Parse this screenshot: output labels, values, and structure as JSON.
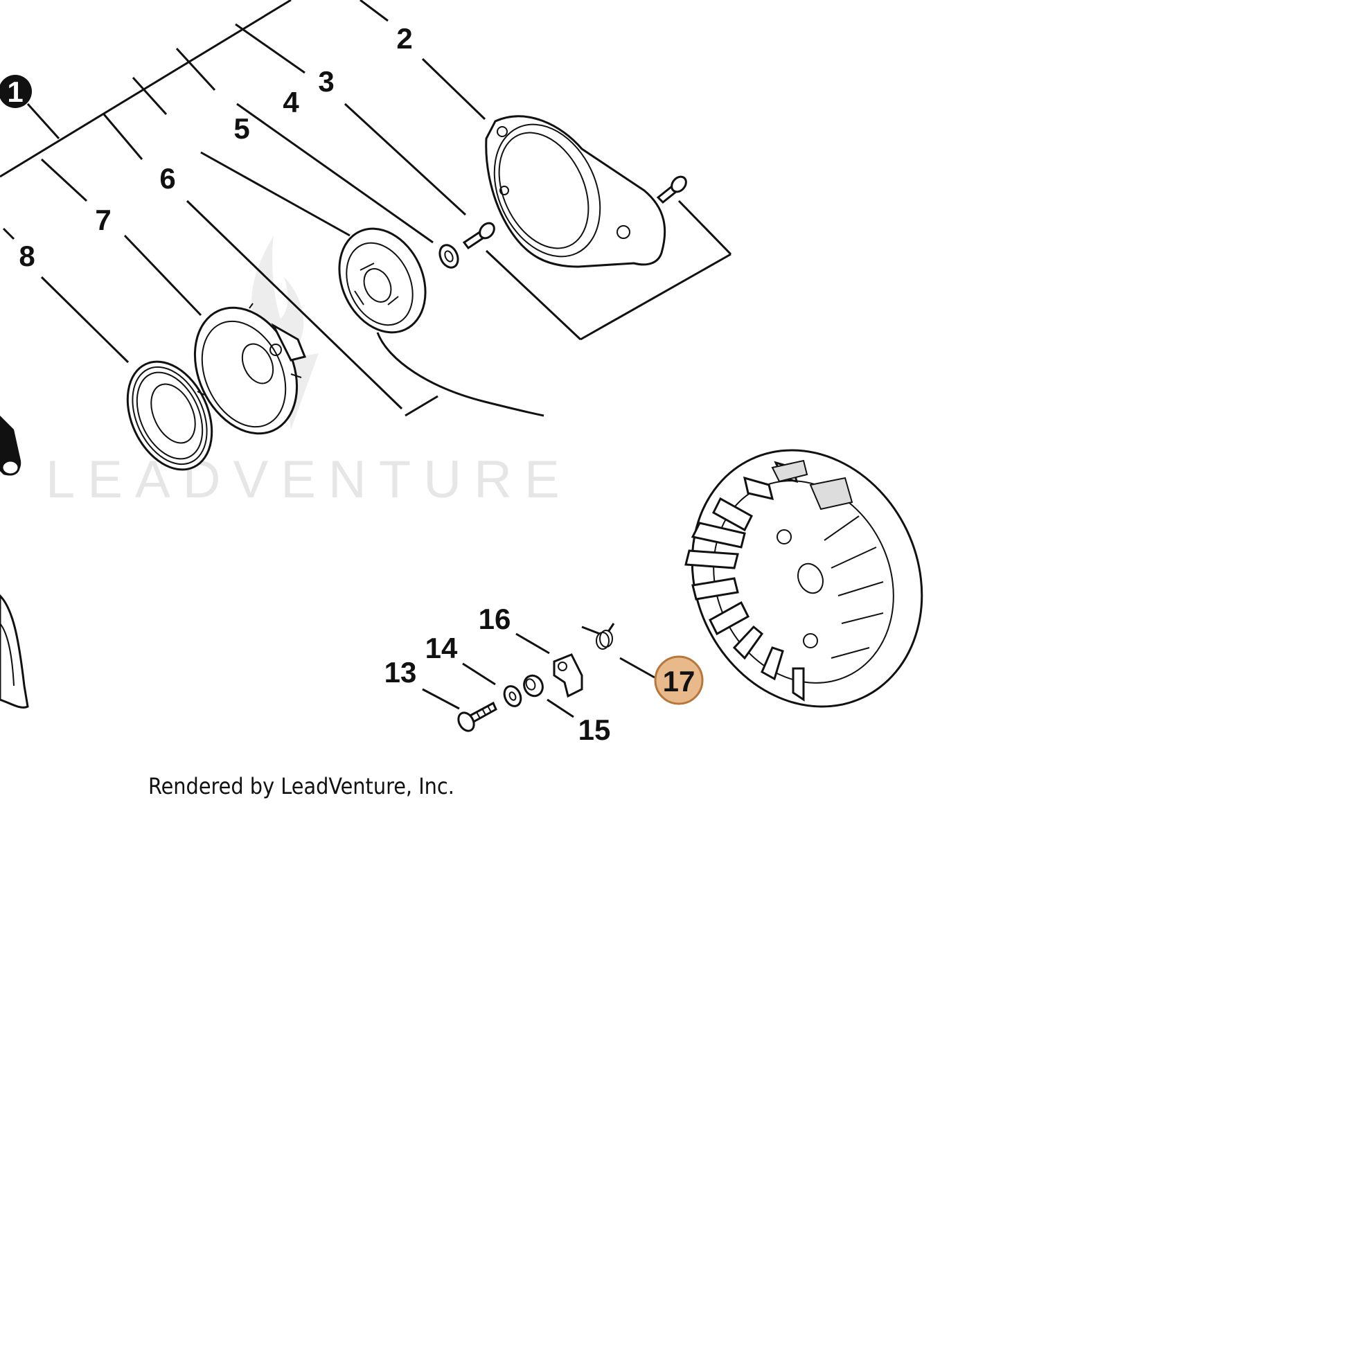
{
  "diagram": {
    "callouts": [
      {
        "id": "1",
        "text": "1",
        "style": "filled-black"
      },
      {
        "id": "2",
        "text": "2"
      },
      {
        "id": "3",
        "text": "3"
      },
      {
        "id": "4",
        "text": "4"
      },
      {
        "id": "5",
        "text": "5"
      },
      {
        "id": "6",
        "text": "6"
      },
      {
        "id": "7",
        "text": "7"
      },
      {
        "id": "8",
        "text": "8"
      },
      {
        "id": "13",
        "text": "13"
      },
      {
        "id": "14",
        "text": "14"
      },
      {
        "id": "15",
        "text": "15"
      },
      {
        "id": "16",
        "text": "16"
      },
      {
        "id": "17",
        "text": "17",
        "style": "highlighted"
      }
    ],
    "highlight_color": "#e8b98a",
    "highlight_border": "#b8763a",
    "watermark": "LEADVENTURE",
    "credit": "Rendered by LeadVenture, Inc."
  }
}
